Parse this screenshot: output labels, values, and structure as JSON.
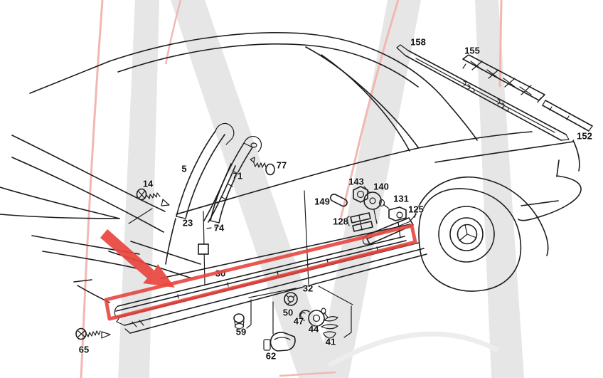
{
  "diagram": {
    "type": "exploded-parts-diagram",
    "subject": "car side rocker molding and trim strips",
    "colors": {
      "line": "#1c1c1c",
      "background": "#ffffff",
      "highlight": "#e8453e",
      "watermark_gray": "#e6e6e6",
      "watermark_pink": "#f1b8b3"
    },
    "annotation": {
      "type": "red-arrow-and-box",
      "highlighted_part": "30",
      "color": "#e8453e"
    },
    "parts": [
      {
        "number": "14"
      },
      {
        "number": "5"
      },
      {
        "number": "71"
      },
      {
        "number": "77"
      },
      {
        "number": "23"
      },
      {
        "number": "74"
      },
      {
        "number": "149"
      },
      {
        "number": "143"
      },
      {
        "number": "140"
      },
      {
        "number": "131"
      },
      {
        "number": "128"
      },
      {
        "number": "125"
      },
      {
        "number": "158"
      },
      {
        "number": "155"
      },
      {
        "number": "152"
      },
      {
        "number": "30"
      },
      {
        "number": "32"
      },
      {
        "number": "50"
      },
      {
        "number": "47"
      },
      {
        "number": "44"
      },
      {
        "number": "41"
      },
      {
        "number": "59"
      },
      {
        "number": "62"
      },
      {
        "number": "65"
      }
    ]
  }
}
